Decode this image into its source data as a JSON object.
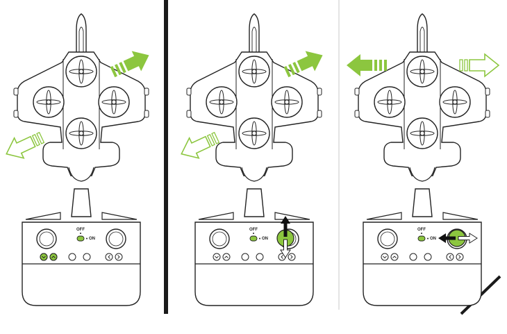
{
  "colors": {
    "accent": "#8cc63f",
    "line": "#222222",
    "divider_dark": "#1a1a1a",
    "divider_light": "#c8c8c8",
    "background": "#ffffff"
  },
  "panels": [
    {
      "id": "panel-1",
      "drone_arrows": [
        "arrow-up-right-filled",
        "arrow-down-left-outline"
      ],
      "remote": {
        "switch_off": "OFF",
        "switch_on": "ON",
        "highlight": "left-trim-buttons"
      }
    },
    {
      "id": "panel-2",
      "drone_arrows": [
        "arrow-up-right-filled",
        "arrow-down-left-outline"
      ],
      "remote": {
        "switch_off": "OFF",
        "switch_on": "ON",
        "highlight": "right-stick-up-down"
      }
    },
    {
      "id": "panel-3",
      "drone_arrows": [
        "arrow-left-filled",
        "arrow-right-outline"
      ],
      "remote": {
        "switch_off": "OFF",
        "switch_on": "ON",
        "highlight": "right-stick-left-right"
      }
    }
  ]
}
